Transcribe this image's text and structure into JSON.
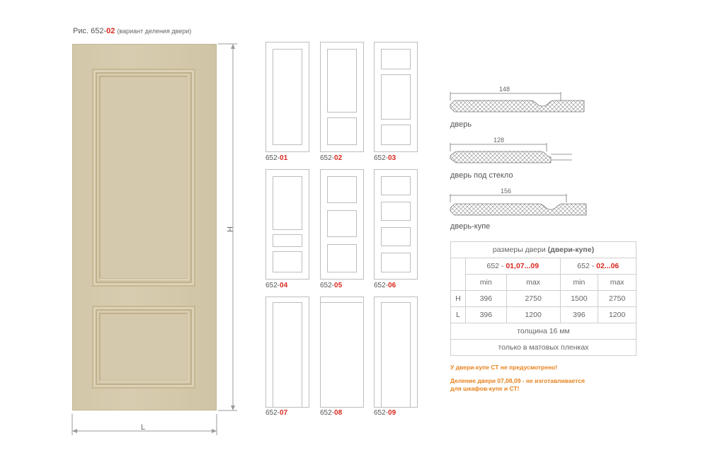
{
  "figure": {
    "prefix": "Рис. 652-",
    "number": "02",
    "caption": "(вариант деления двери)"
  },
  "main_door": {
    "height_label": "H",
    "width_label": "L"
  },
  "variants": [
    {
      "prefix": "652-",
      "code": "01"
    },
    {
      "prefix": "652-",
      "code": "02"
    },
    {
      "prefix": "652-",
      "code": "03"
    },
    {
      "prefix": "652-",
      "code": "04"
    },
    {
      "prefix": "652-",
      "code": "05"
    },
    {
      "prefix": "652-",
      "code": "06"
    },
    {
      "prefix": "652-",
      "code": "07"
    },
    {
      "prefix": "652-",
      "code": "08"
    },
    {
      "prefix": "652-",
      "code": "09"
    }
  ],
  "profiles": [
    {
      "width": "148",
      "label": "дверь"
    },
    {
      "width": "128",
      "label": "дверь под стекло"
    },
    {
      "width": "156",
      "label": "дверь-купе"
    }
  ],
  "sizes_table": {
    "title_plain": "размеры двери ",
    "title_bold": "(двери-купе)",
    "group1_prefix": "652 - ",
    "group1_codes": "01,07...09",
    "group2_prefix": "652 - ",
    "group2_codes": "02...06",
    "col_min": "min",
    "col_max": "max",
    "rows": [
      {
        "label": "H",
        "g1_min": "396",
        "g1_max": "2750",
        "g2_min": "1500",
        "g2_max": "2750"
      },
      {
        "label": "L",
        "g1_min": "396",
        "g1_max": "1200",
        "g2_min": "396",
        "g2_max": "1200"
      }
    ],
    "thickness": "толщина 16 мм",
    "finish": "только в матовых пленках"
  },
  "notes": [
    "У двери-купе СТ не предусмотрено!",
    "Деление двери 07,08,09 - не изготавливается",
    "для шкафов-купе и СТ!"
  ],
  "colors": {
    "accent_red": "#d9281f",
    "note_orange": "#e8821e",
    "door_fill": "#d6caae"
  }
}
